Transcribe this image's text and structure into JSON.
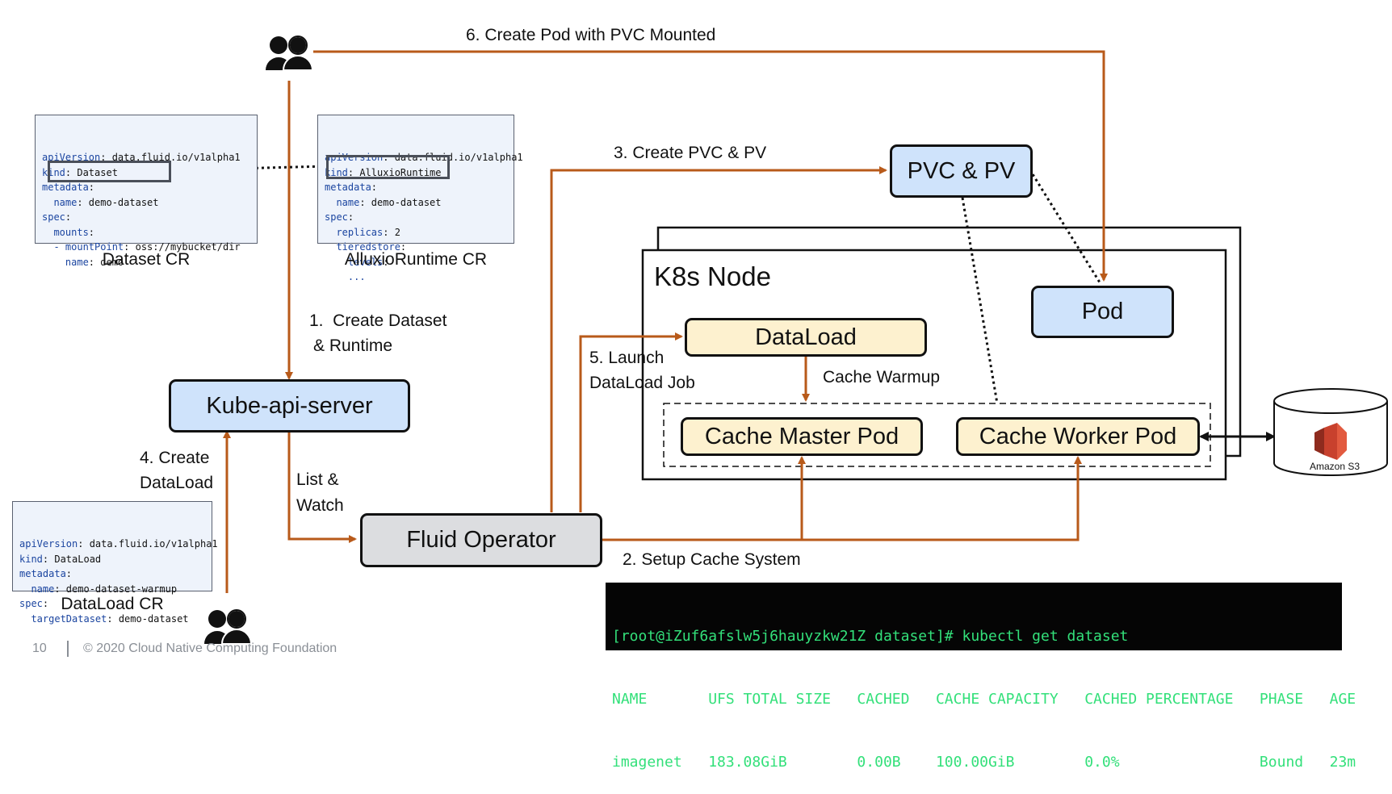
{
  "steps": {
    "step1a": "1.  Create Dataset",
    "step1b": "& Runtime",
    "step2": "2. Setup Cache System",
    "step3": "3. Create PVC & PV",
    "step4a": "4. Create",
    "step4b": "DataLoad",
    "step5a": "5. Launch",
    "step5b": "DataLoad Job",
    "step6": "6. Create Pod with PVC Mounted",
    "list_watch_a": "List &",
    "list_watch_b": "Watch",
    "cache_warmup": "Cache Warmup"
  },
  "boxes": {
    "kube_api_server": "Kube-api-server",
    "fluid_operator": "Fluid Operator",
    "pvc_pv": "PVC & PV",
    "pod": "Pod",
    "dataload": "DataLoad",
    "cache_master": "Cache Master Pod",
    "cache_worker": "Cache Worker Pod",
    "k8s_node": "K8s Node",
    "amazon_s3": "Amazon S3"
  },
  "dataset_cr": {
    "caption": "Dataset CR",
    "lines": [
      {
        "k": "apiVersion",
        "v": ": data.fluid.io/v1alpha1"
      },
      {
        "k": "kind",
        "v": ": Dataset"
      },
      {
        "k": "metadata",
        "v": ":"
      },
      {
        "k": "  name",
        "v": ": demo-dataset"
      },
      {
        "k": "spec",
        "v": ":"
      },
      {
        "k": "  mounts",
        "v": ":"
      },
      {
        "k": "  - mountPoint",
        "v": ": oss://mybucket/dir"
      },
      {
        "k": "    name",
        "v": ": demo"
      }
    ]
  },
  "runtime_cr": {
    "caption": "AlluxioRuntime CR",
    "lines": [
      {
        "k": "apiVersion",
        "v": ": data.fluid.io/v1alpha1"
      },
      {
        "k": "kind",
        "v": ": AlluxioRuntime"
      },
      {
        "k": "metadata",
        "v": ":"
      },
      {
        "k": "  name",
        "v": ": demo-dataset"
      },
      {
        "k": "spec",
        "v": ":"
      },
      {
        "k": "  replicas",
        "v": ": 2"
      },
      {
        "k": "  tieredstore",
        "v": ":"
      },
      {
        "k": "    levels",
        "v": ":"
      },
      {
        "k": "    ...",
        "v": ""
      }
    ]
  },
  "dataload_cr": {
    "caption": "DataLoad CR",
    "lines": [
      {
        "k": "apiVersion",
        "v": ": data.fluid.io/v1alpha1"
      },
      {
        "k": "kind",
        "v": ": DataLoad"
      },
      {
        "k": "metadata",
        "v": ":"
      },
      {
        "k": "  name",
        "v": ": demo-dataset-warmup"
      },
      {
        "k": "spec",
        "v": ":"
      },
      {
        "k": "  targetDataset",
        "v": ": demo-dataset"
      }
    ]
  },
  "terminal": {
    "prompt": "[root@iZuf6afslw5j6hauyzkw21Z dataset]# kubectl get dataset",
    "header": "NAME       UFS TOTAL SIZE   CACHED   CACHE CAPACITY   CACHED PERCENTAGE   PHASE   AGE",
    "row": "imagenet   183.08GiB        0.00B    100.00GiB        0.0%                Bound   23m"
  },
  "footer": {
    "page": "10",
    "copyright": "© 2020 Cloud Native Computing Foundation"
  },
  "colors": {
    "arrow": "#b85a1a",
    "blue_box": "#cfe3fb",
    "yellow_box": "#fdf1cf",
    "gray_box": "#dcdde0",
    "terminal_text": "#33e07a"
  },
  "icons": [
    "user-icon",
    "user-icon",
    "amazon-s3-icon"
  ]
}
